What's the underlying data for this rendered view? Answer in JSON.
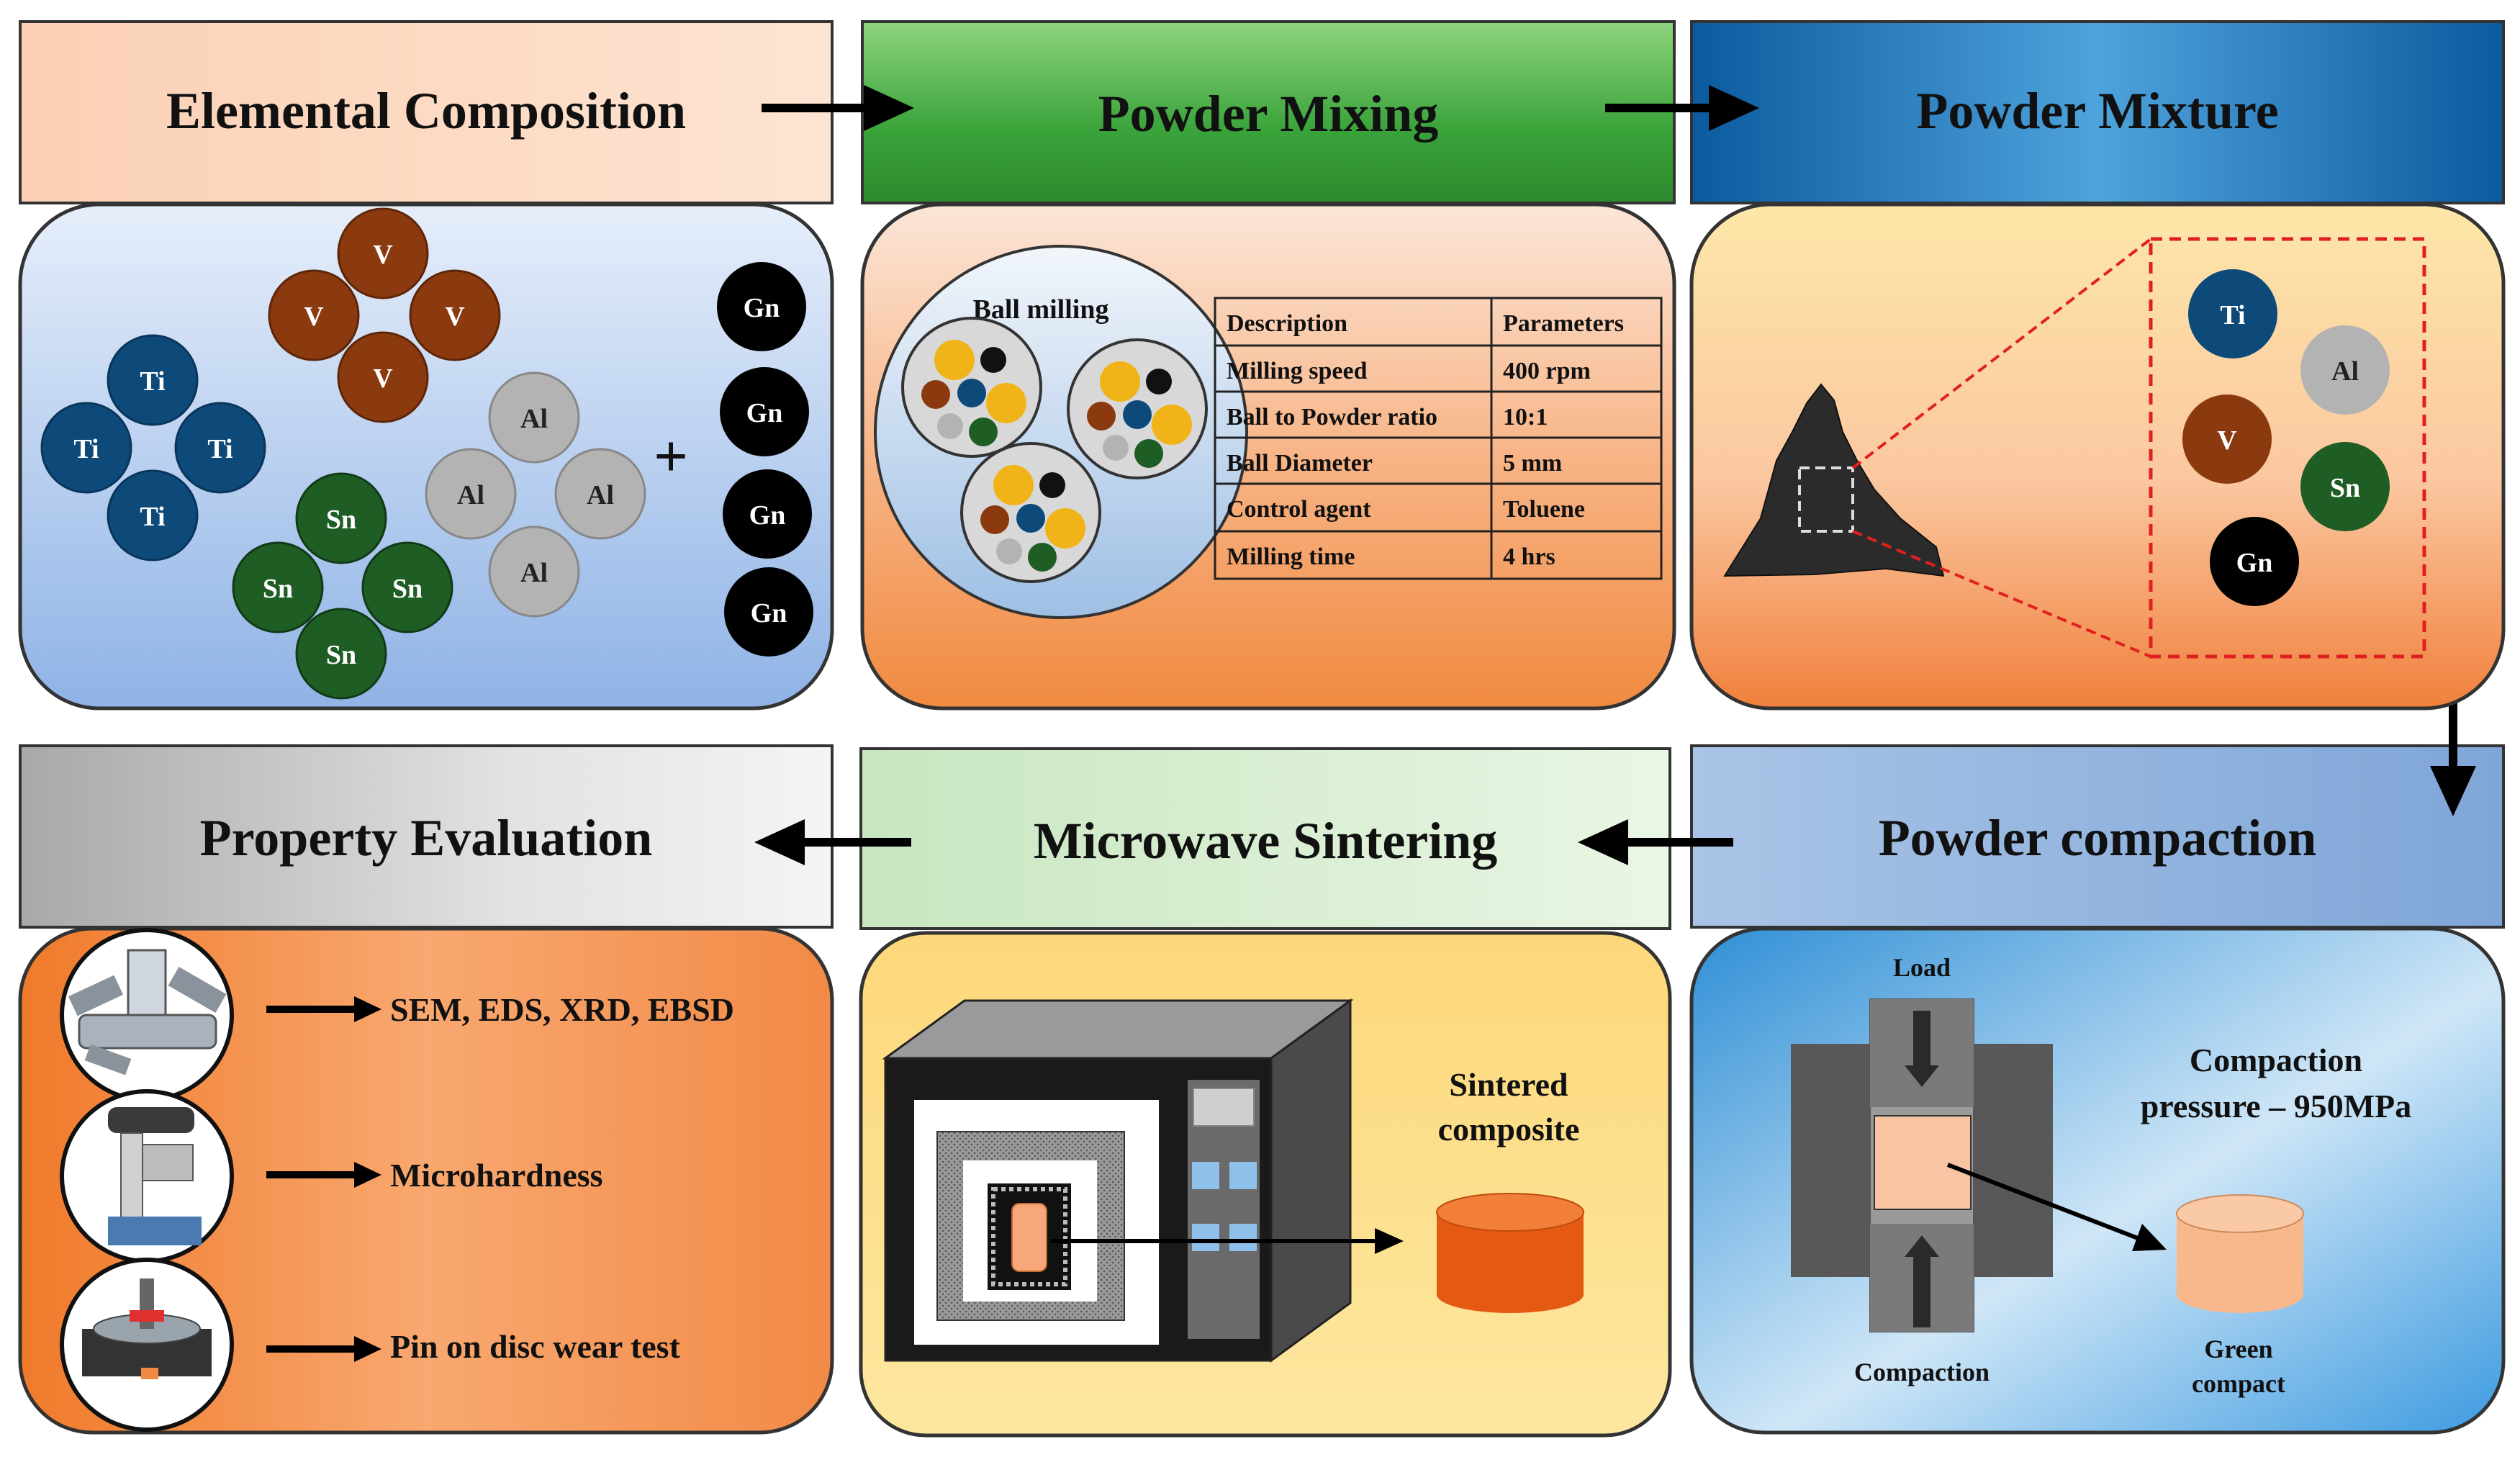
{
  "stages": [
    {
      "id": "elemental",
      "title": "Elemental Composition"
    },
    {
      "id": "mixing",
      "title": "Powder Mixing"
    },
    {
      "id": "mixture",
      "title": "Powder Mixture"
    },
    {
      "id": "evaluation",
      "title": "Property Evaluation"
    },
    {
      "id": "sintering",
      "title": "Microwave Sintering"
    },
    {
      "id": "compaction",
      "title": "Powder compaction"
    }
  ],
  "elements": {
    "ti": "Ti",
    "v": "V",
    "al": "Al",
    "sn": "Sn",
    "gn": "Gn",
    "plus": "+"
  },
  "colors": {
    "ti": "#0d4a7a",
    "v": "#8b3a0f",
    "al": "#b3b3b3",
    "sn": "#1e5e24",
    "gn": "#000000",
    "accent_red": "#e02020"
  },
  "mixing": {
    "ball_milling_label": "Ball milling",
    "table": {
      "headers": [
        "Description",
        "Parameters"
      ],
      "rows": [
        [
          "Milling speed",
          "400 rpm"
        ],
        [
          "Ball to Powder ratio",
          "10:1"
        ],
        [
          "Ball Diameter",
          "5 mm"
        ],
        [
          "Control agent",
          "Toluene"
        ],
        [
          "Milling time",
          "4 hrs"
        ]
      ]
    }
  },
  "compaction": {
    "load_label": "Load",
    "compaction_label": "Compaction",
    "pressure_line1": "Compaction",
    "pressure_line2": "pressure – 950MPa",
    "green_line1": "Green",
    "green_line2": "compact"
  },
  "sintering": {
    "product_line1": "Sintered",
    "product_line2": "composite"
  },
  "evaluation": {
    "tests": [
      "SEM, EDS, XRD, EBSD",
      "Microhardness",
      "Pin on disc wear test"
    ]
  }
}
